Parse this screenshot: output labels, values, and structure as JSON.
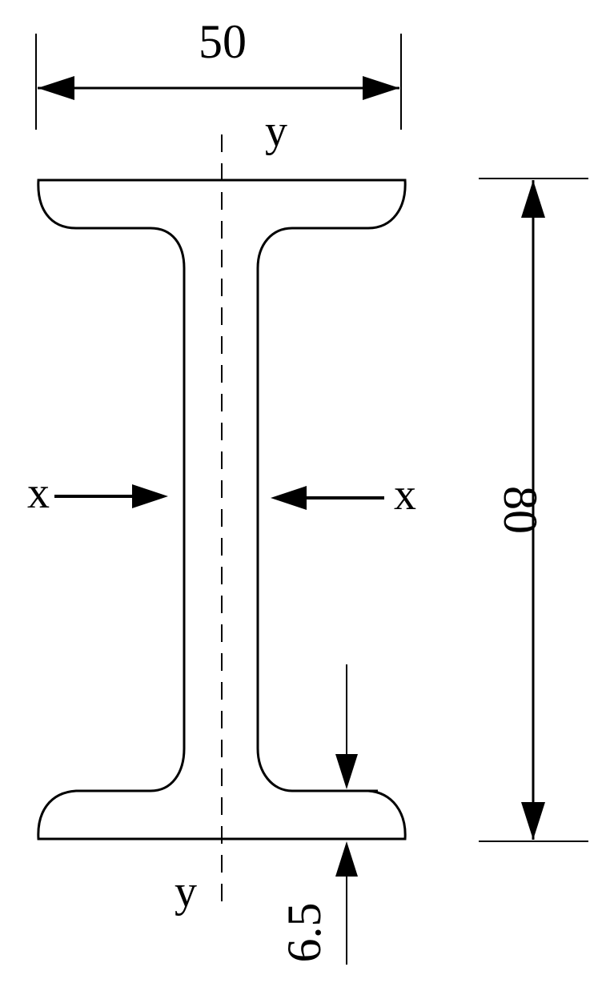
{
  "diagram": {
    "dimensions": {
      "flange_width": "50",
      "section_height": "80",
      "flange_thickness": "6.5"
    },
    "axes": {
      "vertical_top": "y",
      "vertical_bottom": "y",
      "horizontal_left": "x",
      "horizontal_right": "x"
    },
    "colors": {
      "ink": "#000000",
      "background": "#ffffff"
    }
  }
}
